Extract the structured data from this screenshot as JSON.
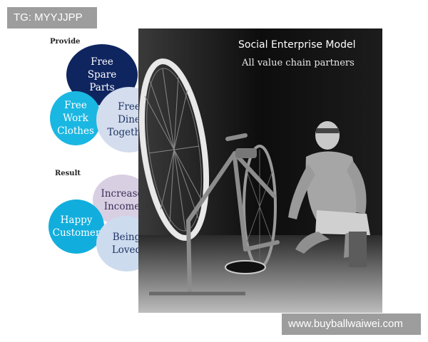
{
  "watermark_top": "TG: MYYJJPP",
  "watermark_bottom": "www.buyballwaiwei.com",
  "provide": {
    "label": "Provide",
    "items": [
      "Free\nSpare\nParts",
      "Free\nWork\nClothes",
      "Free\nDine\nTogether"
    ]
  },
  "result": {
    "label": "Result",
    "items": [
      "Increase\nIncome",
      "Happy\nCustomer",
      "Being\nLoved"
    ]
  },
  "photo": {
    "title": "Social Enterprise Model",
    "subtitle": "All value chain partners"
  },
  "colors": {
    "dark_navy": "#0f2560",
    "cyan": "#1ab7e2",
    "pale_blue": "#d4dded",
    "lavender": "#d9cfe3"
  }
}
